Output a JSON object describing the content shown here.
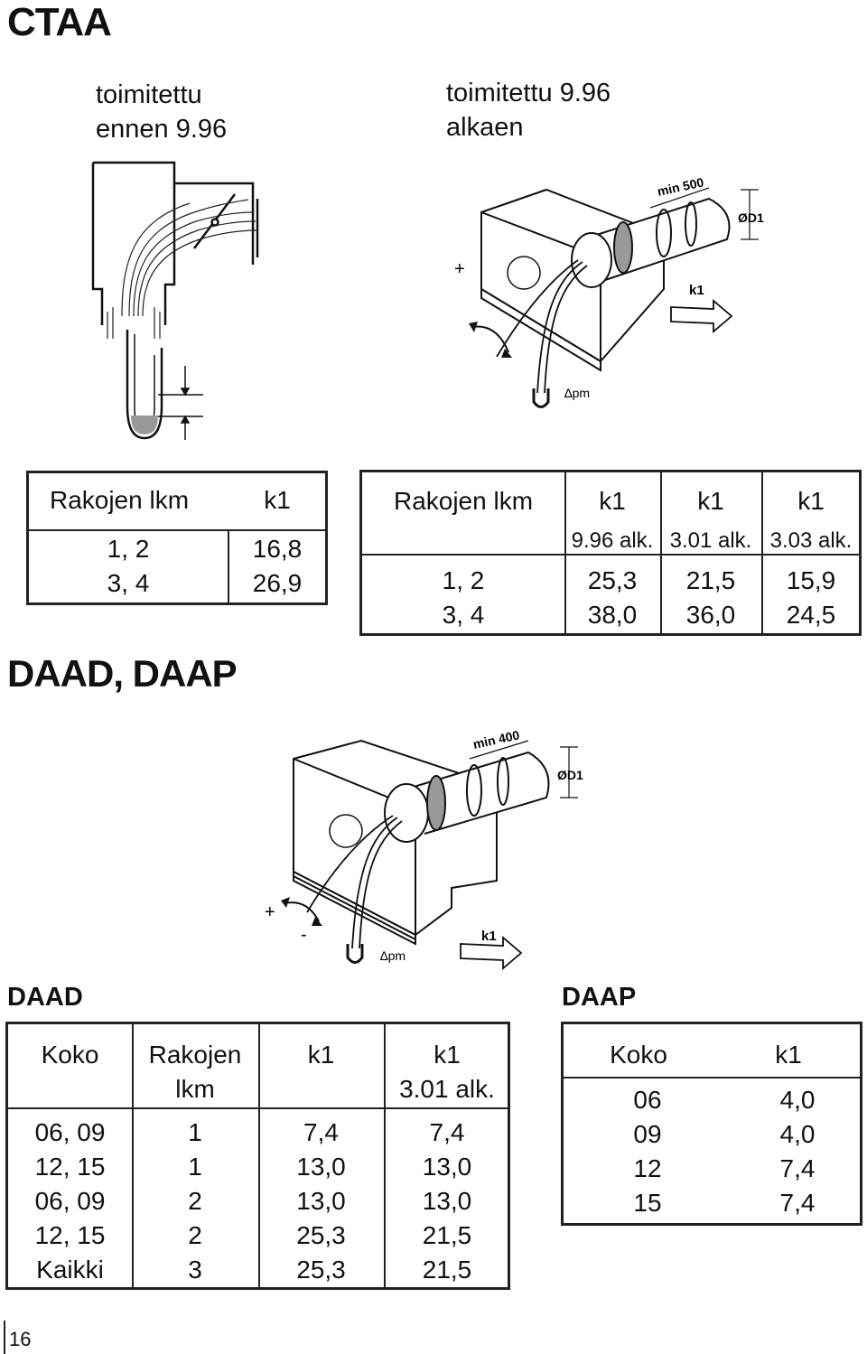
{
  "ctaa": {
    "title": "CTAA",
    "label_before": [
      "toimitettu",
      "ennen 9.96"
    ],
    "label_after": [
      "toimitettu 9.96",
      "alkaen"
    ],
    "diagram": {
      "min": "min 500",
      "diameter": "ØD1",
      "k1": "k1",
      "plus": "+",
      "dp": "∆pm"
    },
    "table_old": {
      "headers": [
        "Rakojen lkm",
        "k1"
      ],
      "rows": [
        [
          "1, 2",
          "16,8"
        ],
        [
          "3, 4",
          "26,9"
        ]
      ]
    },
    "table_new": {
      "headers": [
        "Rakojen lkm",
        "k1",
        "k1",
        "k1"
      ],
      "subheaders": [
        "9.96 alk.",
        "3.01 alk.",
        "3.03 alk."
      ],
      "rows": [
        [
          "1, 2",
          "25,3",
          "21,5",
          "15,9"
        ],
        [
          "3, 4",
          "38,0",
          "36,0",
          "24,5"
        ]
      ]
    }
  },
  "daad_daap": {
    "title": "DAAD, DAAP",
    "diagram": {
      "min": "min 400",
      "diameter": "ØD1",
      "k1": "k1",
      "plus": "+",
      "minus": "-",
      "dp": "∆pm"
    }
  },
  "daad": {
    "title": "DAAD",
    "headers": [
      "Koko",
      "Rakojen",
      "lkm",
      "k1",
      "k1",
      "3.01 alk."
    ],
    "rows": [
      [
        "06, 09",
        "1",
        "7,4",
        "7,4"
      ],
      [
        "12, 15",
        "1",
        "13,0",
        "13,0"
      ],
      [
        "06, 09",
        "2",
        "13,0",
        "13,0"
      ],
      [
        "12, 15",
        "2",
        "25,3",
        "21,5"
      ],
      [
        "Kaikki",
        "3",
        "25,3",
        "21,5"
      ]
    ]
  },
  "daap": {
    "title": "DAAP",
    "headers": [
      "Koko",
      "k1"
    ],
    "rows": [
      [
        "06",
        "4,0"
      ],
      [
        "09",
        "4,0"
      ],
      [
        "12",
        "7,4"
      ],
      [
        "15",
        "7,4"
      ]
    ]
  },
  "page_number": "16"
}
